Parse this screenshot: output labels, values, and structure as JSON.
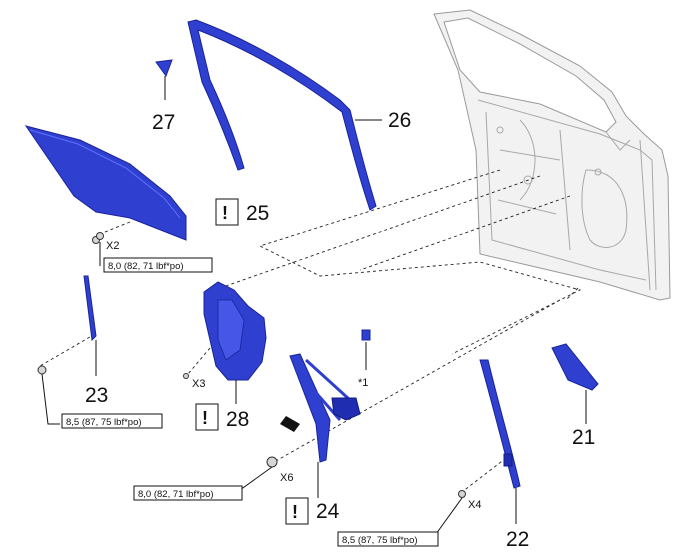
{
  "callouts": {
    "c21": "21",
    "c22": "22",
    "c23": "23",
    "c24": "24",
    "c25": "25",
    "c26": "26",
    "c27": "27",
    "c28": "28"
  },
  "quantities": {
    "x2": "X2",
    "x3": "X3",
    "x4": "X4",
    "x6": "X6"
  },
  "torques": {
    "t_glass": "8,0 (82, 71 lbf*po)",
    "t_23": "8,5 (87, 75 lbf*po)",
    "t_24": "8,0 (82, 71 lbf*po)",
    "t_22": "8,5 (87, 75 lbf*po)"
  },
  "notes": {
    "star1": "*1",
    "caution": "!"
  },
  "colors": {
    "part_blue": "#2f3fcf",
    "door_gray": "#f2f2f2"
  }
}
